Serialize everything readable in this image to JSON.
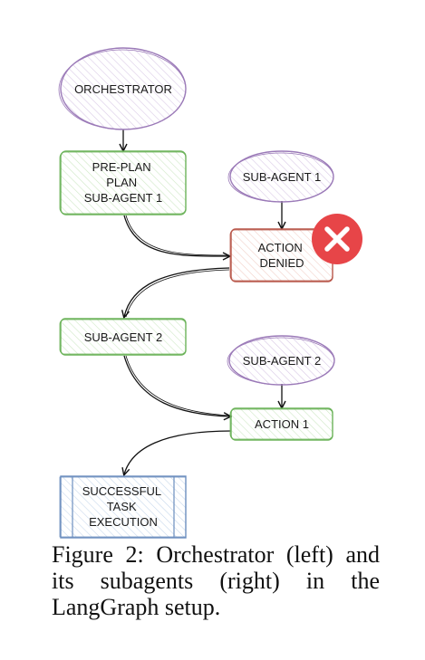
{
  "nodes": {
    "orchestrator": {
      "lines": [
        "ORCHESTRATOR"
      ]
    },
    "preplan": {
      "lines": [
        "PRE-PLAN",
        "PLAN",
        "SUB-AGENT 1"
      ]
    },
    "subagent1_role": {
      "lines": [
        "SUB-AGENT 1"
      ]
    },
    "action_denied": {
      "lines": [
        "ACTION",
        "DENIED"
      ]
    },
    "subagent2": {
      "lines": [
        "SUB-AGENT 2"
      ]
    },
    "subagent2_role": {
      "lines": [
        "SUB-AGENT 2"
      ]
    },
    "action1": {
      "lines": [
        "ACTION 1"
      ]
    },
    "success": {
      "lines": [
        "SUCCESSFUL",
        "TASK",
        "EXECUTION"
      ]
    }
  },
  "icons": {
    "denied": "close-icon"
  },
  "colors": {
    "purple": "#9b7ab8",
    "green": "#6cb35a",
    "red": "#b8574a",
    "blue": "#6c8ebf",
    "badge_red": "#e74548"
  },
  "caption": "Figure 2:  Orchestrator (left) and its subagents (right) in the LangGraph setup."
}
